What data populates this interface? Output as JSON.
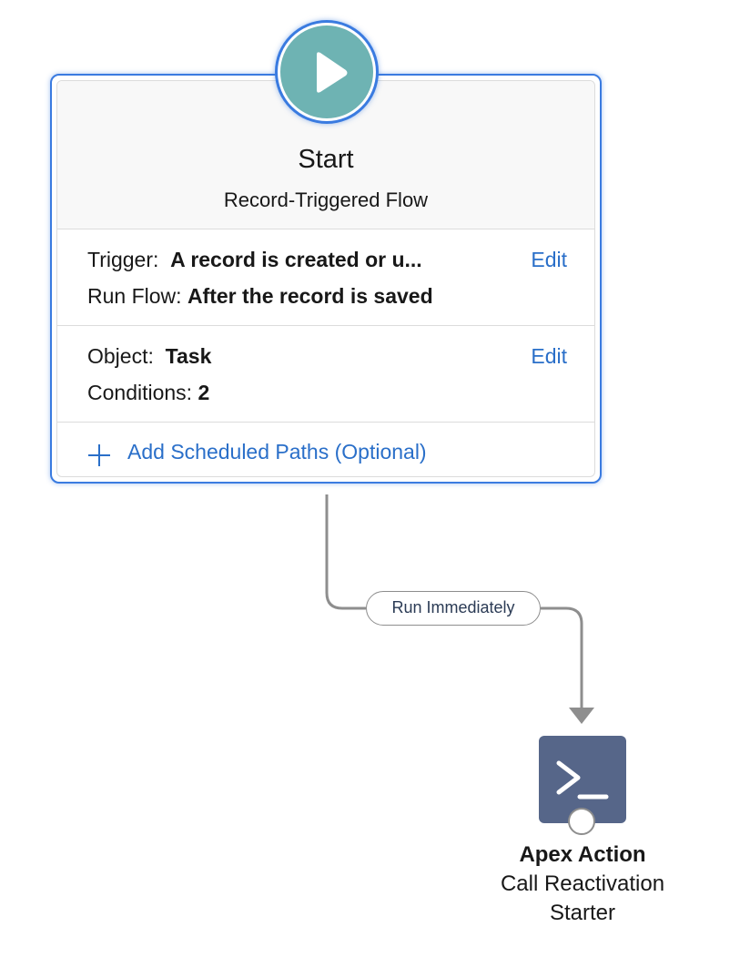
{
  "start": {
    "title": "Start",
    "subtitle": "Record-Triggered Flow",
    "trigger": {
      "label": "Trigger:",
      "value": "A record is created or u...",
      "run_flow_label": "Run Flow:",
      "run_flow_value": "After the record is saved",
      "edit_label": "Edit"
    },
    "object": {
      "label": "Object:",
      "value": "Task",
      "conditions_label": "Conditions:",
      "conditions_value": "2",
      "edit_label": "Edit"
    },
    "add_paths_label": "Add Scheduled Paths (Optional)"
  },
  "connector": {
    "label": "Run Immediately"
  },
  "apex": {
    "title": "Apex Action",
    "subtitle_line1": "Call Reactivation",
    "subtitle_line2": "Starter",
    "icon": "terminal-prompt-icon"
  },
  "colors": {
    "selection_border": "#3a7be0",
    "start_icon": "#6eb3b3",
    "link": "#2a6fc9",
    "apex_node": "#566689",
    "connector": "#8e8e8e"
  }
}
